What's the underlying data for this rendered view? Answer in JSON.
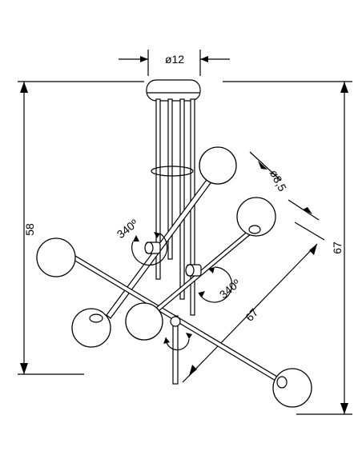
{
  "dimensions": {
    "canopy_diameter": "ø12",
    "globe_diameter": "ø8,5",
    "height": "58",
    "overall_height": "67",
    "arm_length": "67",
    "rotation_upper": "340º",
    "rotation_lower": "340º"
  }
}
